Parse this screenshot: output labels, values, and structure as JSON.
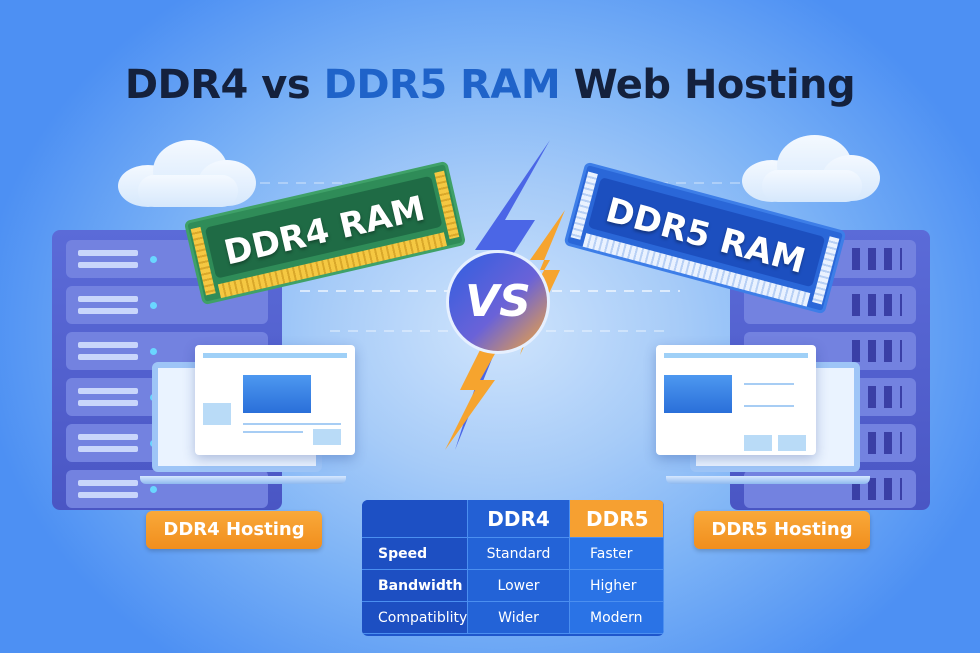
{
  "title": {
    "part1": "DDR4 vs ",
    "highlight": "DDR5 RAM",
    "part2": " Web Hosting"
  },
  "left": {
    "ram_label": "DDR4 RAM",
    "hosting_label": "DDR4 Hosting"
  },
  "right": {
    "ram_label": "DDR5 RAM",
    "hosting_label": "DDR5 Hosting"
  },
  "vs_label": "VS",
  "comparison": {
    "headers": [
      "",
      "DDR4",
      "DDR5"
    ],
    "rows": [
      {
        "feature": "Speed",
        "ddr4": "Standard",
        "ddr5": "Faster"
      },
      {
        "feature": "Bandwidth",
        "ddr4": "Lower",
        "ddr5": "Higher"
      },
      {
        "feature": "Compatiblity",
        "ddr4": "Wider",
        "ddr5": "Modern"
      }
    ]
  },
  "colors": {
    "accent_orange": "#f6a031",
    "title_dark": "#14213d",
    "title_blue": "#1f63c9",
    "ddr4_green": "#2f8c58",
    "ddr5_blue": "#2a67d8"
  }
}
